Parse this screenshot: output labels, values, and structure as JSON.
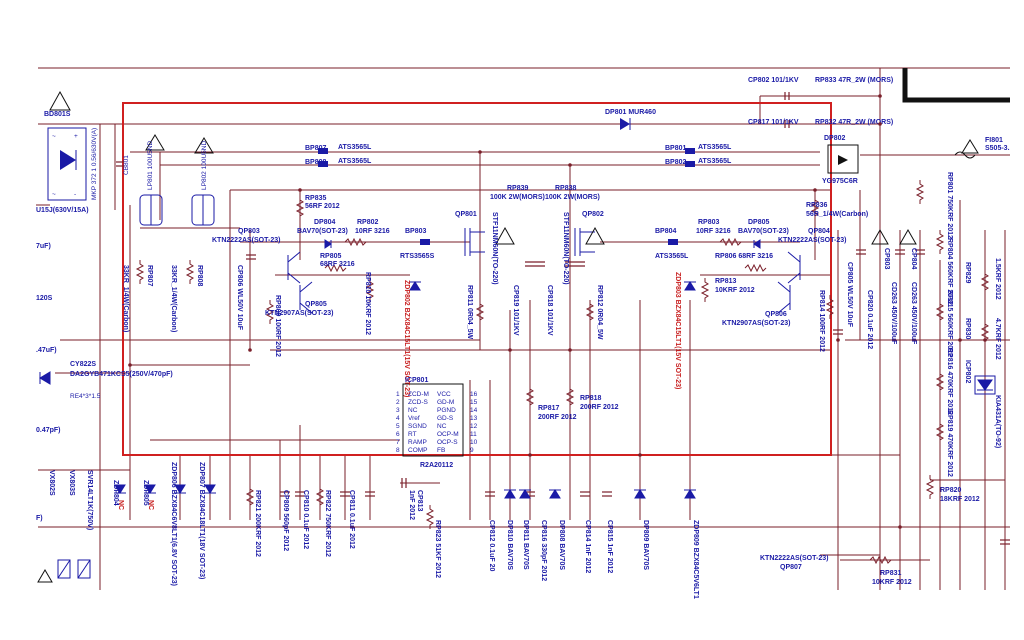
{
  "diagram": {
    "border_color": "#d02020",
    "wire_color": "#7a1f2a",
    "label_color": "#1a1aa6",
    "nc_color": "#c82020",
    "labels": {
      "bd801": "BD801S",
      "bd801_rating": "U15J(630V/15A)",
      "mkp": "MKP 372 1 0.56/630V(A)",
      "cb801": "CB801",
      "lp801": "LP801 100U5ND",
      "lp802": "LP802 100U5ND",
      "bp807": "BP807",
      "bp807_part": "ATS3565L",
      "bp808": "BP808",
      "bp808_part": "ATS3565L",
      "bp801": "BP801",
      "bp801_part": "ATS3565L",
      "bp802": "BP802",
      "bp802_part": "ATS3565L",
      "dp801": "DP801 MUR460",
      "cp802": "CP802 101/1KV",
      "cp817": "CP817 101/1KV",
      "rp833": "RP833 47R_2W (MORS)",
      "rp832": "RP832 47R_2W (MORS)",
      "dp802": "DP802",
      "dp802_part": "YG975C6R",
      "fi801": "FI801",
      "fi801_part": "S505-3.",
      "rp835": "RP835",
      "rp835_val": "56RF 2012",
      "rp836": "RP836",
      "rp836_val": "56R_1/4W(Carbon)",
      "rp839": "RP839",
      "rp839_val": "100K 2W(MORS)",
      "rp838": "RP838",
      "rp838_val": "100K 2W(MORS)",
      "qp801": "QP801",
      "qp802": "QP802",
      "stf_left": "STF11NM60N(TO-220)",
      "stf_right": "STF11NM60N(TO-220)",
      "qp803": "QP803",
      "qp803_part": "KTN2222AS(SOT-23)",
      "qp804": "QP804",
      "qp804_part": "KTN2222AS(SOT-23)",
      "dp804": "DP804",
      "dp804_part": "BAV70(SOT-23)",
      "dp805": "DP805",
      "dp805_part": "BAV70(SOT-23)",
      "rp802": "RP802",
      "rp802_val": "10RF 3216",
      "rp803": "RP803",
      "rp803_val": "10RF 3216",
      "bp803": "BP803",
      "bp803_part": "RTS3565S",
      "bp804": "BP804",
      "bp804_part": "ATS3565L",
      "rp805": "RP805",
      "rp805_val": "68RF 3216",
      "rp806": "RP806 68RF 3216",
      "rp810": "RP810 10KRF 2012",
      "rp813": "RP813",
      "rp813_val": "10KRF 2012",
      "qp805": "QP805",
      "qp805_part": "KTN2907AS(SOT-23)",
      "qp806": "QP806",
      "qp806_part": "KTN2907AS(SOT-23)",
      "rp809": "RP809 100RF 2012",
      "rp814": "RP814 100RF 2012",
      "zdp802": "ZDP802 BZX84C15LT1(15V SOT-23)",
      "zdp803": "ZDP803 BZX84C15LT1(15V SOT-23)",
      "rp811": "RP811 0R04_5W",
      "rp812": "RP812 0R04_5W",
      "cp819": "CP819 101/1KV",
      "cp818": "CP818 101/1KV",
      "cp806": "CP806 WL50V 10uF",
      "cp805": "CP805 WL50V 10uF",
      "cp820": "CP820 0.1uF 2012",
      "cp803": "CP803",
      "cp804": "CP804",
      "cd263a": "CD263 450V/100uF",
      "cd263b": "CD263 450V/100uF",
      "rp807": "RP807",
      "rp808": "RP808",
      "rp807_val": "33KR_1/4W(Carbon)",
      "rp808_val": "33KR_1/4W(Carbon)",
      "rp801": "RP801 750KRF 2012",
      "rp804": "RP804 560KRF 2012",
      "rp815": "RP815 560KRF 2012",
      "rp816": "RP816 470KRF 2012",
      "rp819": "RP819 470KRF 2012",
      "rp829": "RP829",
      "rp829_val": "1.5KRF 2012",
      "rp830": "RP830",
      "rp830_val": "4.7KRF 2012",
      "icp802": "ICP802",
      "icp802_part": "KIA431A(TO-92)",
      "rp820": "RP820",
      "rp820_val": "18KRF 2012",
      "cy822": "CY822S",
      "cy822_part": "DA2GYB471KCS5(250V/470pF)",
      "re": "RE4*3*1.5",
      "icp801": "ICP801",
      "icp801_part": "R2A20112",
      "pins_left": [
        "ZCD-M",
        "ZCD-S",
        "NC",
        "Vref",
        "SGND",
        "RT",
        "RAMP",
        "COMP"
      ],
      "pins_right": [
        "VCC",
        "GD-M",
        "PGND",
        "GD-S",
        "NC",
        "OCP-M",
        "OCP-S",
        "FB"
      ],
      "pin_nums_left": [
        "1",
        "2",
        "3",
        "4",
        "5",
        "6",
        "7",
        "8"
      ],
      "pin_nums_right": [
        "16",
        "15",
        "14",
        "13",
        "12",
        "11",
        "10",
        "9"
      ],
      "rp817": "RP817",
      "rp817_val": "200RF 2012",
      "rp818": "RP818",
      "rp818_val": "200RF 2012",
      "zdp804": "ZDP804",
      "zdp805": "ZDP805",
      "zdp806": "ZDP806 BZX84C6V8LT1(6.8V SOT-23)",
      "zdp807": "ZDP807 BZX84C18LT1(18V SOT-23)",
      "nc": "NC",
      "rp821": "RP821 200KRF 2012",
      "cp809": "CP809 560pF 2012",
      "cp810": "CP810 0.1uF 2012",
      "rp822": "RP822 750KRF 2012",
      "cp811": "CP811 0.1uF 2012",
      "cp813": "CP813",
      "cp813_val": "1nF 2012",
      "rp823": "RP823 51KF 2012",
      "bottom_parts": [
        "CP812 0.1uF 20",
        "DP810 BAV70S",
        "DP811 BAV70S",
        "CP816 330pF 2012",
        "DP808 BAV70S",
        "CP814 1nF 2012",
        "CP815 1nF 2012",
        "DP809 BAV70S",
        "ZDP809 BZX84C5V6LT1"
      ],
      "qp807": "KTN2222AS(SOT-23)",
      "qp807_ref": "QP807",
      "rp831": "RP831",
      "rp831_val": "10KRF 2012",
      "left_edge": [
        "7uF)",
        "120S",
        ".47uF)",
        "0.47pF)",
        "F)"
      ],
      "vx802": "VX802S",
      "vx803": "VX803S",
      "vx_part": "SVR14LT1K(750V)"
    }
  }
}
